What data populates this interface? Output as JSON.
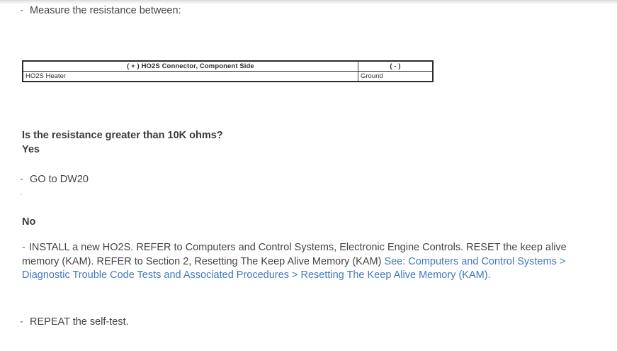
{
  "document": {
    "steps": [
      {
        "dash": "-",
        "text": "Measure the resistance between:"
      }
    ],
    "table": {
      "headers": [
        "( + ) HO2S Connector, Component Side",
        "( - )"
      ],
      "rows": [
        [
          "HO2S Heater",
          "Ground"
        ]
      ]
    },
    "question": "Is the resistance greater than 10K ohms?",
    "yes": {
      "label": "Yes",
      "action_dash": "-",
      "action": "GO to DW20",
      "orphan_dash": "-"
    },
    "no": {
      "label": "No",
      "action_dash": "-",
      "install_text_1": "INSTALL a new HO2S. REFER to Computers and Control Systems, Electronic Engine Controls. RESET the keep alive memory (KAM). REFER to Section 2, Resetting The Keep Alive Memory (KAM) ",
      "link_text": "See: Computers and Control Systems > Diagnostic Trouble Code Tests and Associated Procedures > Resetting The Keep Alive Memory (KAM).",
      "repeat_dash": "-",
      "repeat_text": "REPEAT the self-test."
    }
  },
  "colors": {
    "link": "#4178be",
    "body_text": "#444444",
    "heading_text": "#3a3a3a",
    "table_border": "#2b2b2b"
  }
}
